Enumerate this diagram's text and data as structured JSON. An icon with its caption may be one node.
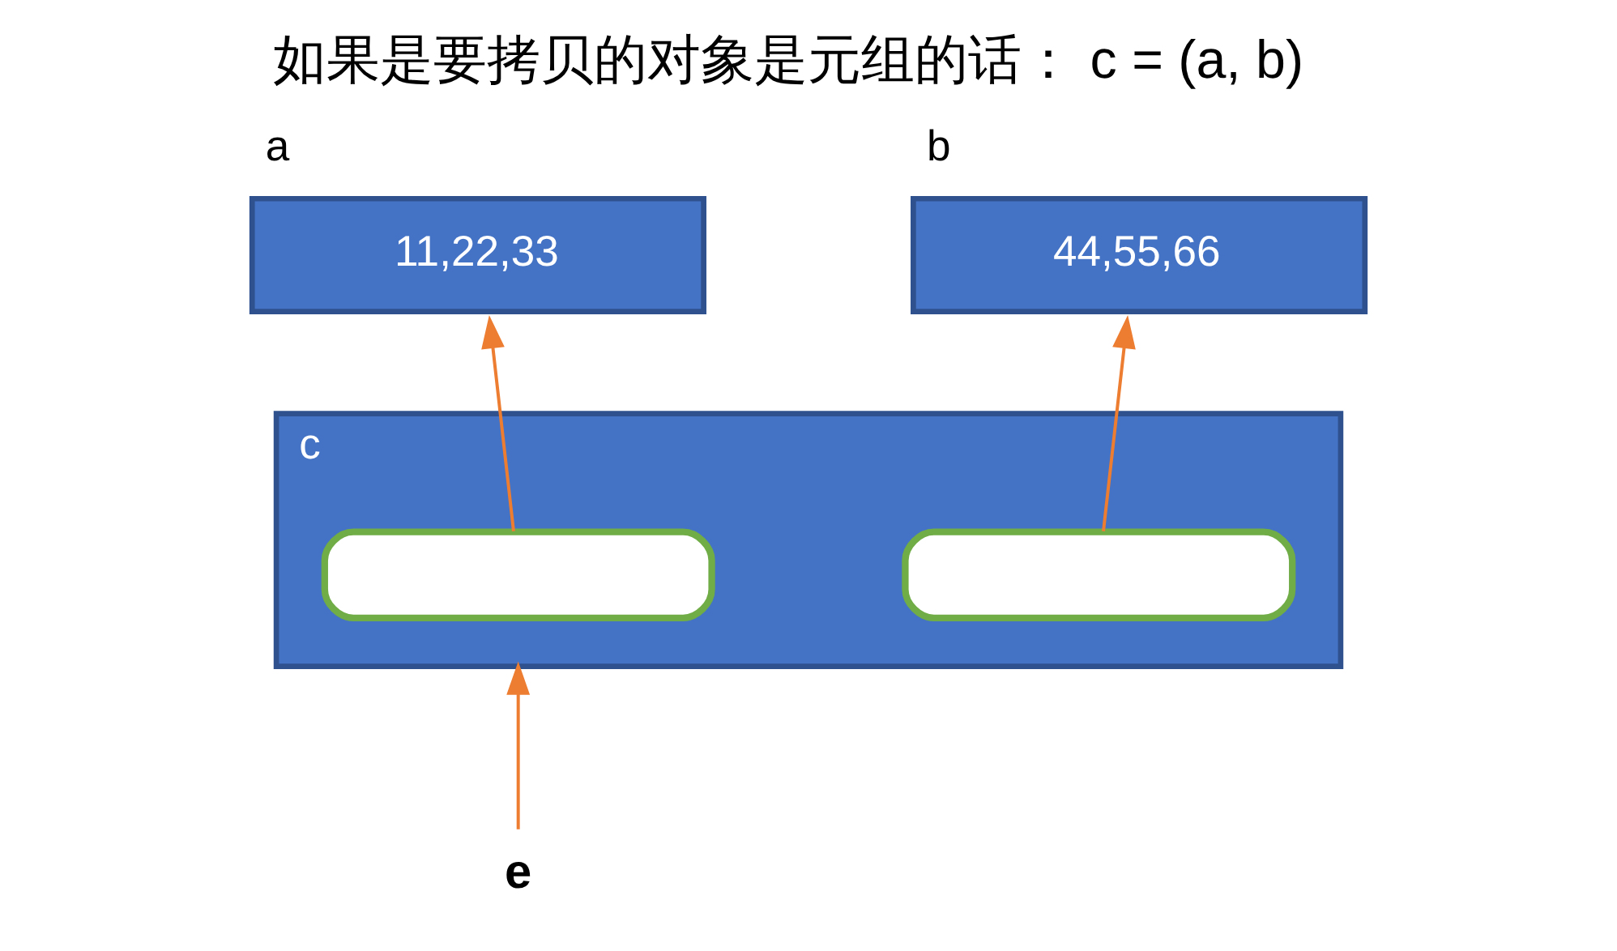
{
  "diagram": {
    "title": "如果是要拷贝的对象是元组的话： c = (a, b)",
    "nodes": [
      {
        "text": [
          "a",
          "11,22,33"
        ]
      },
      {
        "text": [
          "b",
          "44,55,66"
        ]
      },
      {
        "text": [
          "c"
        ]
      },
      {
        "text": [],
        "shape": "box",
        "in": 2
      },
      {
        "text": [],
        "shape": "box",
        "in": 2
      },
      {
        "text": [
          "e"
        ]
      }
    ],
    "edges": [
      {
        "from": 3,
        "to": 0,
        "arrow": "to"
      },
      {
        "from": 4,
        "to": 1,
        "arrow": "to"
      },
      {
        "from": 5,
        "to": 2,
        "arrow": "to"
      }
    ]
  }
}
